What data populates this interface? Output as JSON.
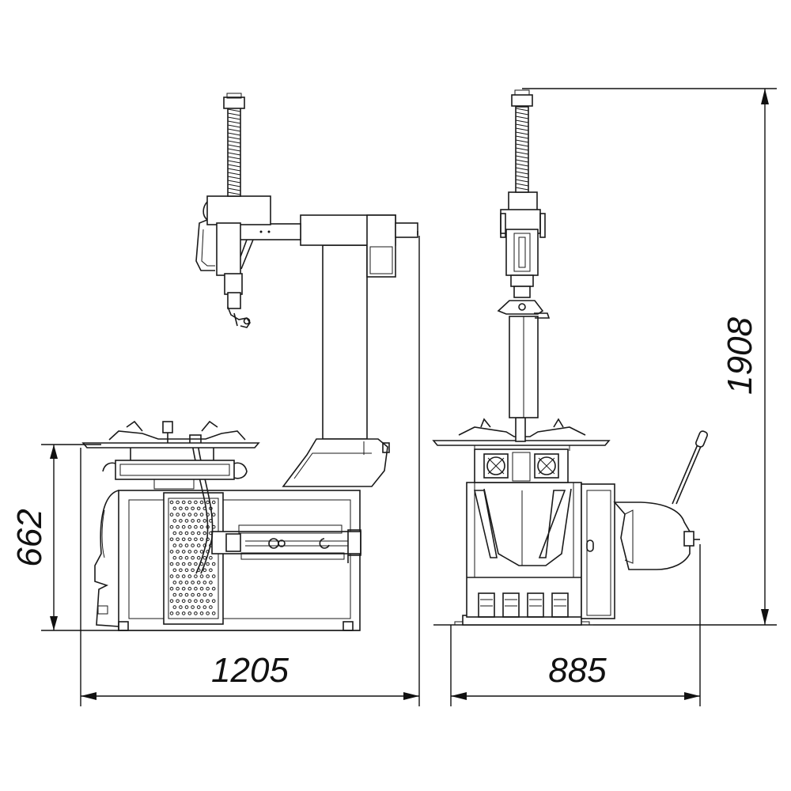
{
  "dimensions": {
    "overall_width": "1205",
    "overall_depth": "885",
    "overall_height": "1908",
    "table_height": "662"
  },
  "colors": {
    "line": "#1a1a1a",
    "background": "#ffffff"
  }
}
